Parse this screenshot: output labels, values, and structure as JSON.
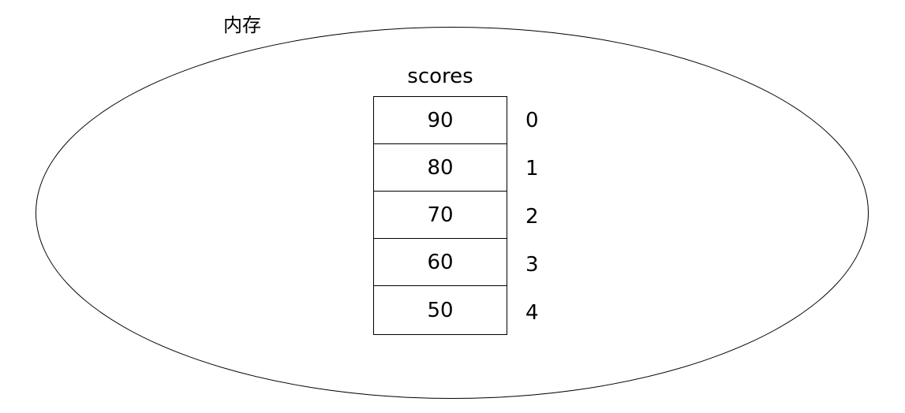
{
  "diagram": {
    "memory_label": "内存",
    "array": {
      "name": "scores",
      "cells": [
        {
          "value": "90",
          "index": "0"
        },
        {
          "value": "80",
          "index": "1"
        },
        {
          "value": "70",
          "index": "2"
        },
        {
          "value": "60",
          "index": "3"
        },
        {
          "value": "50",
          "index": "4"
        }
      ]
    }
  }
}
